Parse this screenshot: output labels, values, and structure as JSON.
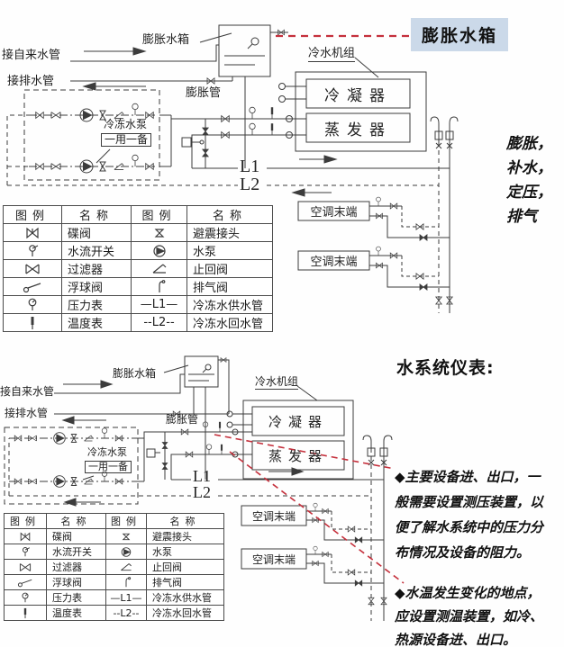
{
  "colors": {
    "line": "#3c3c3c",
    "red_dash": "#c5303c",
    "highlight_bg": "#cbd9e9"
  },
  "header": {
    "highlight_title": "膨胀水箱"
  },
  "side_note": {
    "lines": [
      "膨胀，",
      "补水，",
      "定压，",
      "排气"
    ]
  },
  "section2": {
    "title": "水系统仪表:"
  },
  "notes": {
    "bullet1_lines": [
      "◆主要设备进、出口，一",
      "般需要设置测压装置，以",
      "便了解水系统中的压力分",
      "布情况及设备的阻力。"
    ],
    "bullet2_lines": [
      "◆水温发生变化的地点，",
      "应设置测温装置，如冷、",
      "热源设备进、出口。"
    ]
  },
  "diagram_labels": {
    "expansion_tank": "膨胀水箱",
    "tap_water": "接自来水管",
    "drain": "接排水管",
    "expansion_pipe": "膨胀管",
    "chiller_unit": "冷水机组",
    "condenser": "冷凝器",
    "evaporator": "蒸发器",
    "pump": "冷冻水泵",
    "pump_mode": "一用一备",
    "ac_terminal": "空调末端",
    "l1": "L1",
    "l2": "L2"
  },
  "legend": {
    "headers": [
      "图例",
      "名称",
      "图例",
      "名称"
    ],
    "rows": [
      {
        "name_left": "碟阀",
        "name_right": "避震接头"
      },
      {
        "name_left": "水流开关",
        "name_right": "水泵"
      },
      {
        "name_left": "过滤器",
        "name_right": "止回阀"
      },
      {
        "name_left": "浮球阀",
        "name_right": "排气阀"
      },
      {
        "name_left": "压力表",
        "sym_right": "—L1—",
        "name_right": "冷冻水供水管"
      },
      {
        "name_left": "温度表",
        "sym_right": "--L2--",
        "name_right": "冷冻水回水管"
      }
    ]
  }
}
